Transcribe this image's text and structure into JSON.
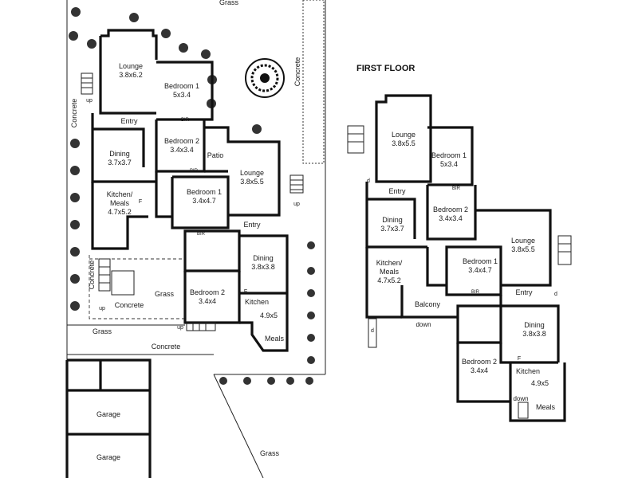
{
  "floor_title": "FIRST FLOOR",
  "ground": {
    "lounge": {
      "name": "Lounge",
      "size": "3.8x6.2"
    },
    "bedroom1": {
      "name": "Bedroom 1",
      "size": "5x3.4"
    },
    "entry": "Entry",
    "bir1": "BIR",
    "bedroom2": {
      "name": "Bedroom 2",
      "size": "3.4x3.4"
    },
    "dining": {
      "name": "Dining",
      "size": "3.7x3.7"
    },
    "bir2": "BIR",
    "patio": "Patio",
    "kitchen_meals": {
      "name": "Kitchen/\nMeals",
      "line1": "Kitchen/",
      "line2": "Meals",
      "size": "4.7x5.2"
    },
    "f1": "F",
    "bedroom1b": {
      "name": "Bedroom 1",
      "size": "3.4x4.7"
    },
    "lounge2": {
      "name": "Lounge",
      "size": "3.8x5.5"
    },
    "entry2": "Entry",
    "bir3": "BIR",
    "dining2": {
      "name": "Dining",
      "size": "3.8x3.8"
    },
    "bedroom2b": {
      "name": "Bedroom 2",
      "size": "3.4x4"
    },
    "kitchen2": {
      "name": "Kitchen",
      "size": "4.9x5"
    },
    "f2": "F",
    "meals": "Meals",
    "grass_top": "Grass",
    "concrete_left": "Concrete",
    "concrete_right": "Concrete",
    "concrete_lower_left": "Concrete",
    "concrete_mid": "Concrete",
    "concrete_bottom": "Concrete",
    "grass_mid": "Grass",
    "grass_left": "Grass",
    "grass_bottom": "Grass",
    "up1": "up",
    "up2": "up",
    "up3": "up",
    "up4": "up",
    "garage1": "Garage",
    "garage2": "Garage"
  },
  "first": {
    "lounge": {
      "name": "Lounge",
      "size": "3.8x5.5"
    },
    "bedroom1": {
      "name": "Bedroom 1",
      "size": "5x3.4"
    },
    "bir1": "BIR",
    "entry": "Entry",
    "bedroom2": {
      "name": "Bedroom 2",
      "size": "3.4x3.4"
    },
    "dining": {
      "name": "Dining",
      "size": "3.7x3.7"
    },
    "kitchen_meals": {
      "line1": "Kitchen/",
      "line2": "Meals",
      "size": "4.7x5.2"
    },
    "balcony": "Balcony",
    "down1": "down",
    "bedroom1b": {
      "name": "Bedroom 1",
      "size": "3.4x4.7"
    },
    "lounge2": {
      "name": "Lounge",
      "size": "3.8x5.5"
    },
    "bir2": "BIR",
    "entry2": "Entry",
    "dining2": {
      "name": "Dining",
      "size": "3.8x3.8"
    },
    "bedroom2b": {
      "name": "Bedroom 2",
      "size": "3.4x4"
    },
    "kitchen2": {
      "name": "Kitchen",
      "size": "4.9x5"
    },
    "f": "F",
    "meals": "Meals",
    "down2": "down",
    "d1": "d",
    "d2": "d",
    "d3": "d"
  }
}
